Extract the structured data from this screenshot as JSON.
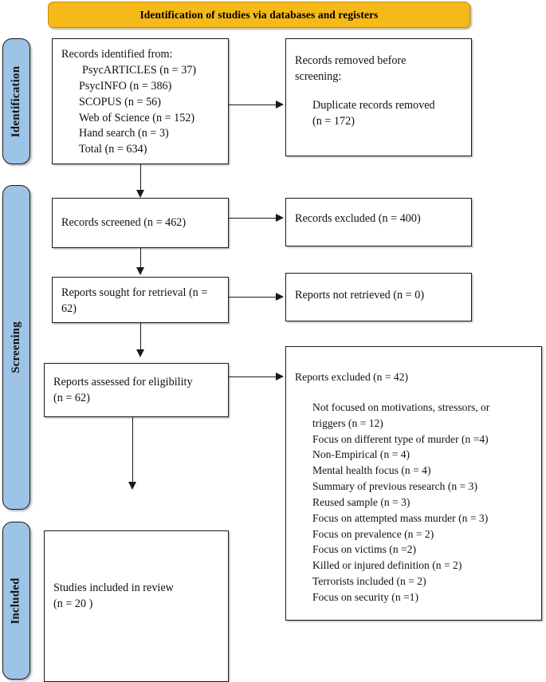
{
  "banner": {
    "title": "Identification of studies via databases and registers",
    "color": "#F5B919"
  },
  "stages": {
    "color": "#9DC3E6",
    "identification": "Identification",
    "screening": "Screening",
    "included": "Included"
  },
  "boxes": {
    "records_identified": {
      "heading": "Records identified from:",
      "sources": [
        "PsycARTICLES (n = 37)",
        "PsycINFO (n = 386)",
        "SCOPUS (n = 56)",
        "Web of Science (n = 152)",
        "Hand search (n = 3)",
        "Total (n  = 634)"
      ]
    },
    "records_removed": {
      "heading_line1": "Records removed before",
      "heading_line2": "screening:",
      "detail_line1": "Duplicate records removed",
      "detail_line2": "(n = 172)"
    },
    "records_screened": {
      "label": "Records screened (n = 462)"
    },
    "records_excluded": {
      "label": "Records excluded (n = 400)"
    },
    "reports_sought": {
      "line1": "Reports sought for retrieval (n =",
      "line2": "62)"
    },
    "reports_not_retrieved": {
      "label": "Reports not retrieved (n = 0)"
    },
    "reports_assessed": {
      "line1": "Reports assessed for eligibility",
      "line2": "(n = 62)"
    },
    "reports_excluded": {
      "heading": "Reports excluded (n = 42)",
      "reasons": [
        "Not focused on motivations, stressors, or",
        "triggers (n = 12)",
        "Focus on different type of murder (n =4)",
        "Non-Empirical (n = 4)",
        "Mental health focus (n = 4)",
        "Summary of previous research (n = 3)",
        "Reused sample (n = 3)",
        "Focus on attempted mass murder (n = 3)",
        "Focus on prevalence (n = 2)",
        "Focus on victims (n =2)",
        "Killed or injured definition (n = 2)",
        "Terrorists included (n = 2)",
        "Focus on security (n =1)"
      ]
    },
    "studies_included": {
      "line1": "Studies included in review",
      "line2": "(n = 20 )"
    }
  }
}
